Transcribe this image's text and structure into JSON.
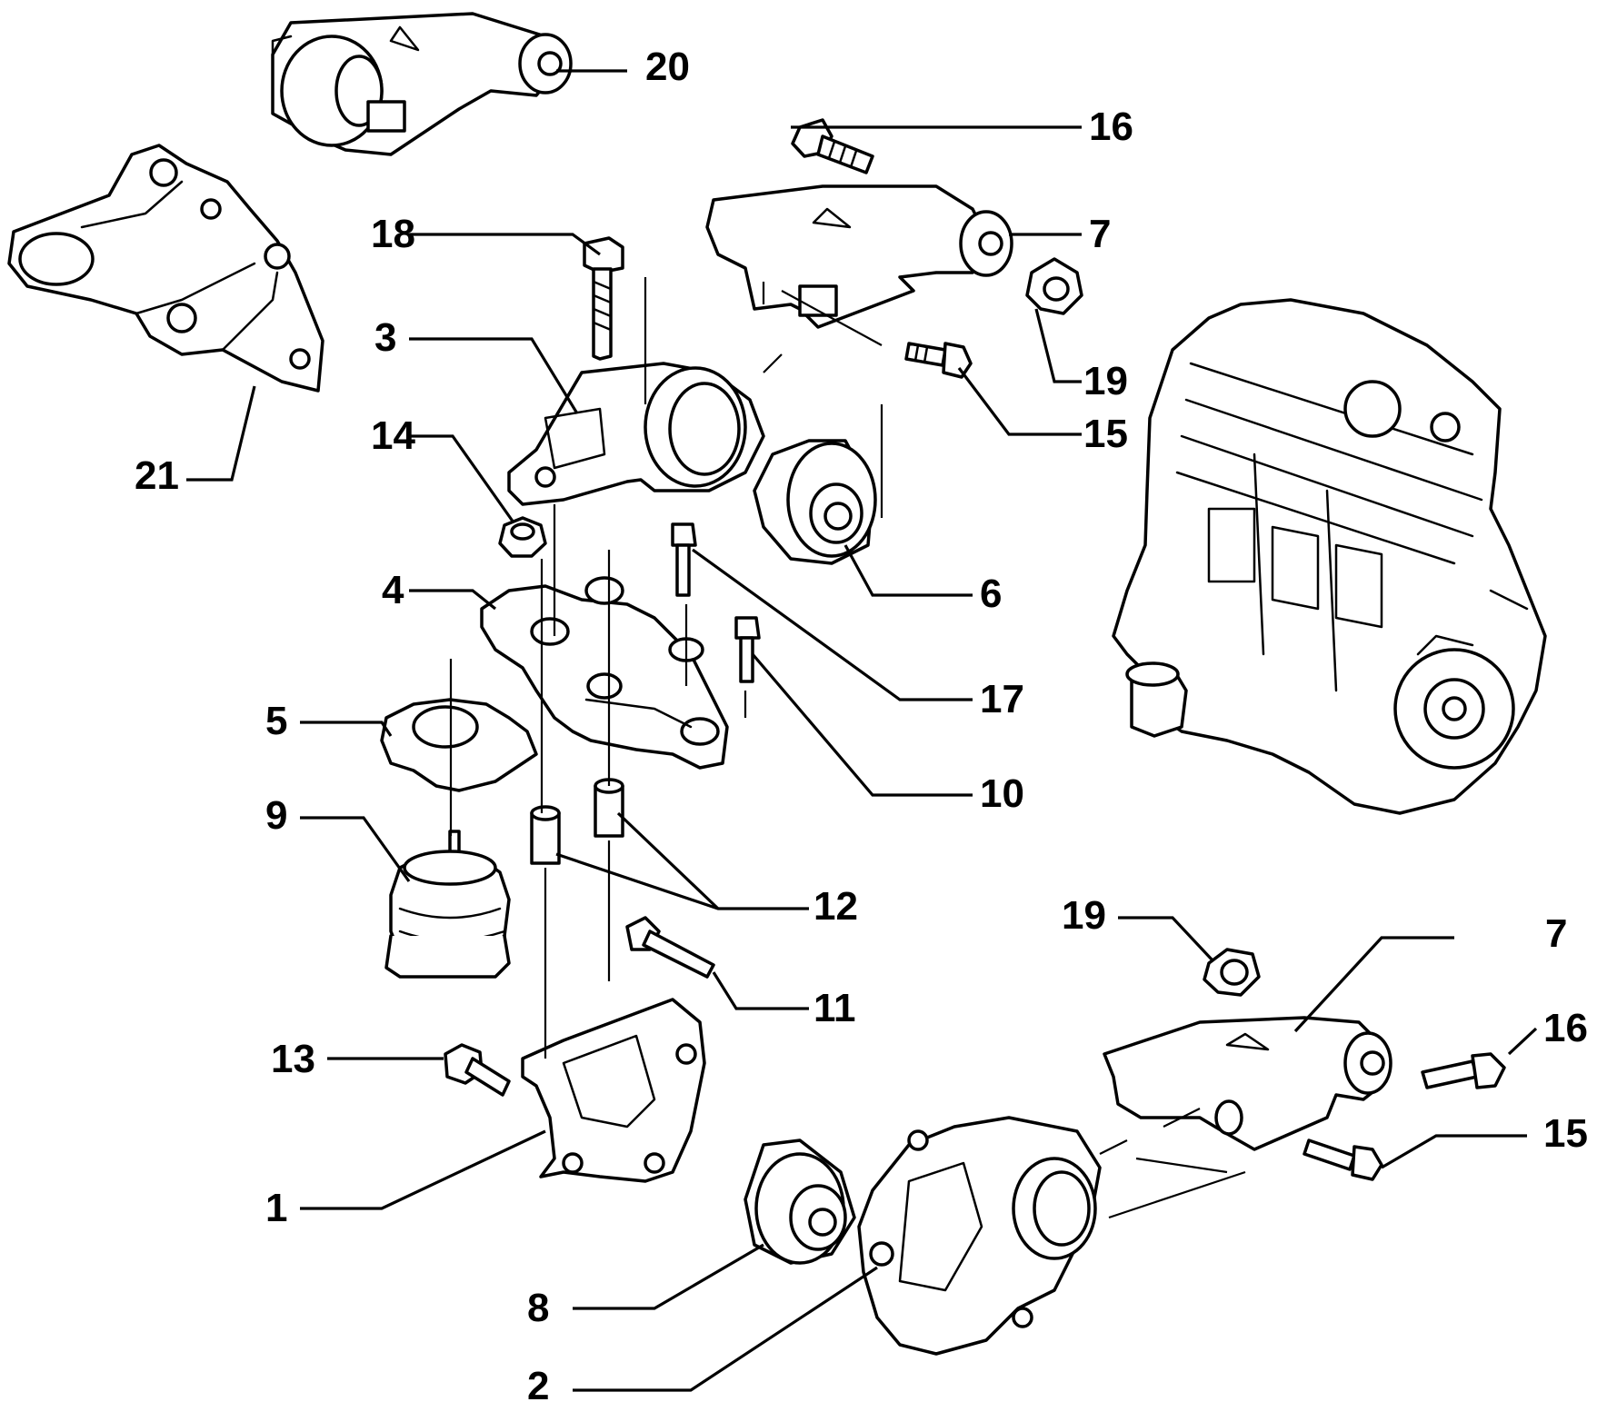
{
  "callouts": [
    {
      "id": "c1",
      "text": "1"
    },
    {
      "id": "c2",
      "text": "2"
    },
    {
      "id": "c3",
      "text": "3"
    },
    {
      "id": "c4",
      "text": "4"
    },
    {
      "id": "c5",
      "text": "5"
    },
    {
      "id": "c6",
      "text": "6"
    },
    {
      "id": "c7a",
      "text": "7"
    },
    {
      "id": "c7b",
      "text": "7"
    },
    {
      "id": "c8",
      "text": "8"
    },
    {
      "id": "c9",
      "text": "9"
    },
    {
      "id": "c10",
      "text": "10"
    },
    {
      "id": "c11",
      "text": "11"
    },
    {
      "id": "c12",
      "text": "12"
    },
    {
      "id": "c13",
      "text": "13"
    },
    {
      "id": "c14",
      "text": "14"
    },
    {
      "id": "c15a",
      "text": "15"
    },
    {
      "id": "c15b",
      "text": "15"
    },
    {
      "id": "c16a",
      "text": "16"
    },
    {
      "id": "c16b",
      "text": "16"
    },
    {
      "id": "c17",
      "text": "17"
    },
    {
      "id": "c18",
      "text": "18"
    },
    {
      "id": "c19a",
      "text": "19"
    },
    {
      "id": "c19b",
      "text": "19"
    },
    {
      "id": "c20",
      "text": "20"
    },
    {
      "id": "c21",
      "text": "21"
    }
  ]
}
